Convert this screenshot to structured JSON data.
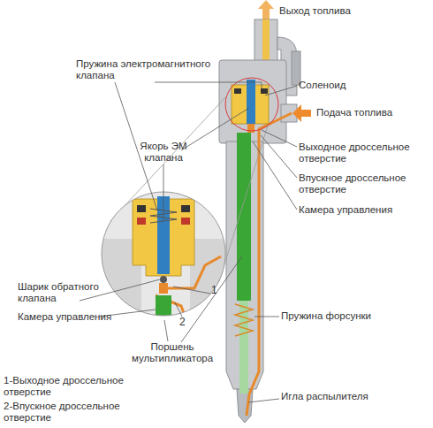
{
  "diagram": {
    "labels": [
      "Выход топлива",
      "Пружина электромагнитного клапана",
      "Соленоид",
      "Подача топлива",
      "Якорь ЭМ клапана",
      "Выходное дроссельное отверстие",
      "Впускное дроссельное отверстие",
      "Камера управления",
      "Шарик обратного клапана",
      "1",
      "Камера управления",
      "2",
      "Пружина форсунки",
      "Поршень мультипликатора",
      "Игла распылителя",
      "1-Выходное дроссельное отверстие",
      "2-Впускное дроссельное отверстие"
    ]
  }
}
